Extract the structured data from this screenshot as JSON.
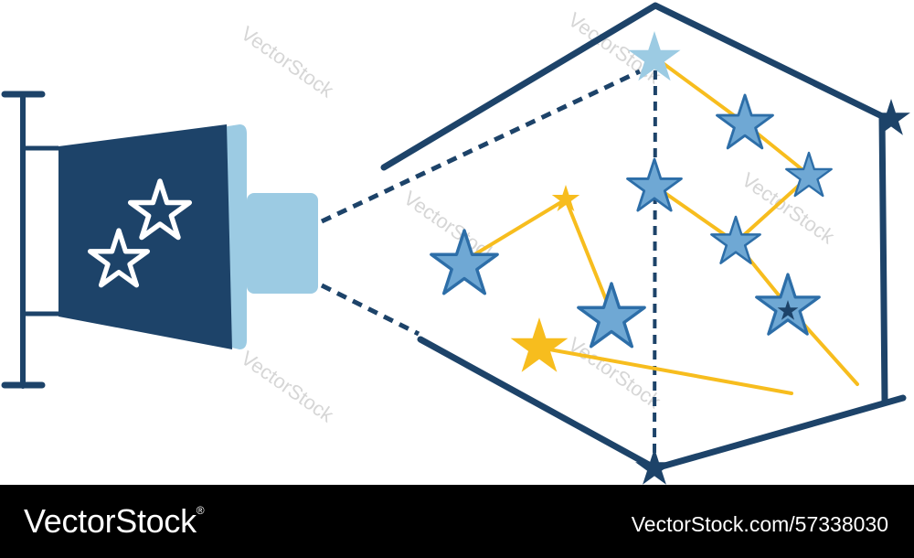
{
  "colors": {
    "navy": "#1d4369",
    "light_blue": "#9ccbe3",
    "mid_blue": "#6fa8d4",
    "yellow": "#f7bd1e",
    "gold": "#f2c12d",
    "white": "#ffffff",
    "footer_bg": "#000000"
  },
  "watermark": {
    "text": "VectorStock"
  },
  "footer": {
    "brand": "VectorStock",
    "brand_mark": "®",
    "caption": "VectorStock.com/57338030"
  },
  "icons": {
    "projector": "projector-icon",
    "constellation": "constellation-icon",
    "star": "star-icon"
  }
}
